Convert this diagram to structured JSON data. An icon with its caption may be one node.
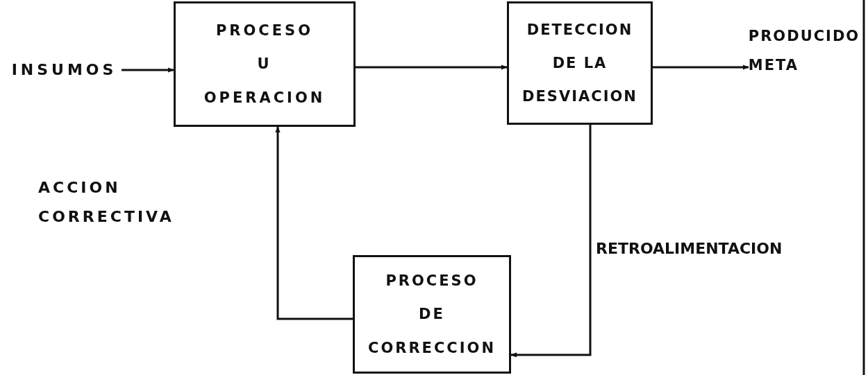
{
  "diagram": {
    "nodes": [
      {
        "text": [
          "INSUMOS"
        ]
      },
      {
        "text": [
          "PROCESO U OPERACION"
        ]
      },
      {
        "text": [
          "DETECCION DE LA DESVIACION"
        ]
      },
      {
        "text": [
          "PRODUCIDO META"
        ]
      },
      {
        "text": [
          "PROCESO DE CORRECCION"
        ]
      }
    ],
    "edges": [
      {
        "from": 0,
        "to": 1,
        "arrow": "to"
      },
      {
        "from": 1,
        "to": 2,
        "arrow": "to"
      },
      {
        "from": 2,
        "to": 3,
        "arrow": "to"
      },
      {
        "from": 2,
        "to": 4,
        "arrow": "to",
        "label": "RETROALIMENTACION"
      },
      {
        "from": 4,
        "to": 1,
        "arrow": "to"
      }
    ],
    "labels": [
      "ACCION CORRECTIVA"
    ]
  }
}
